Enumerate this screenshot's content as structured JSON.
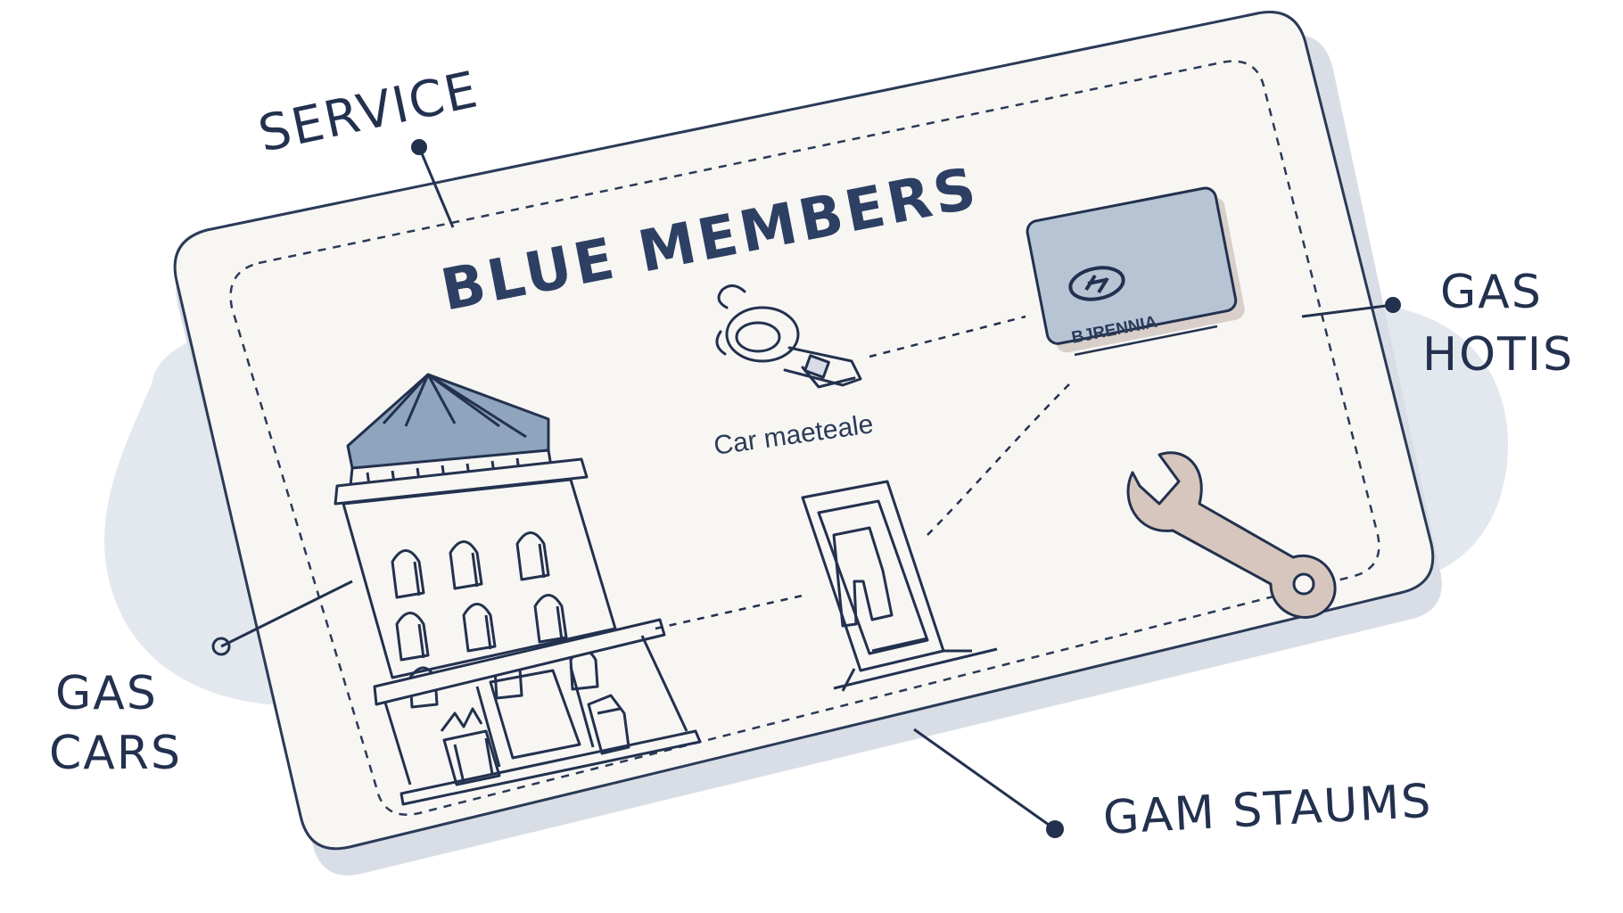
{
  "card": {
    "title": "BLUE MEMBERS",
    "caption": "Car maeteale",
    "mini_card_text": "BJRENNIA"
  },
  "callouts": {
    "top_left": "SERVICE",
    "right_line1": "GAS",
    "right_line2": "HOTIS",
    "left_line1": "GAS",
    "left_line2": "CARS",
    "bottom": "GAM STAUMS"
  },
  "colors": {
    "ink": "#23314f",
    "card_fill": "#f7f6f3",
    "blob": "#e3e8ef",
    "roof": "#8fa5bd",
    "mini_card": "#b6c4d4",
    "wrench": "#d7c6bd"
  },
  "icons": [
    "building-icon",
    "car-key-icon",
    "fuel-pump-icon",
    "membership-card-icon",
    "wrench-icon"
  ]
}
